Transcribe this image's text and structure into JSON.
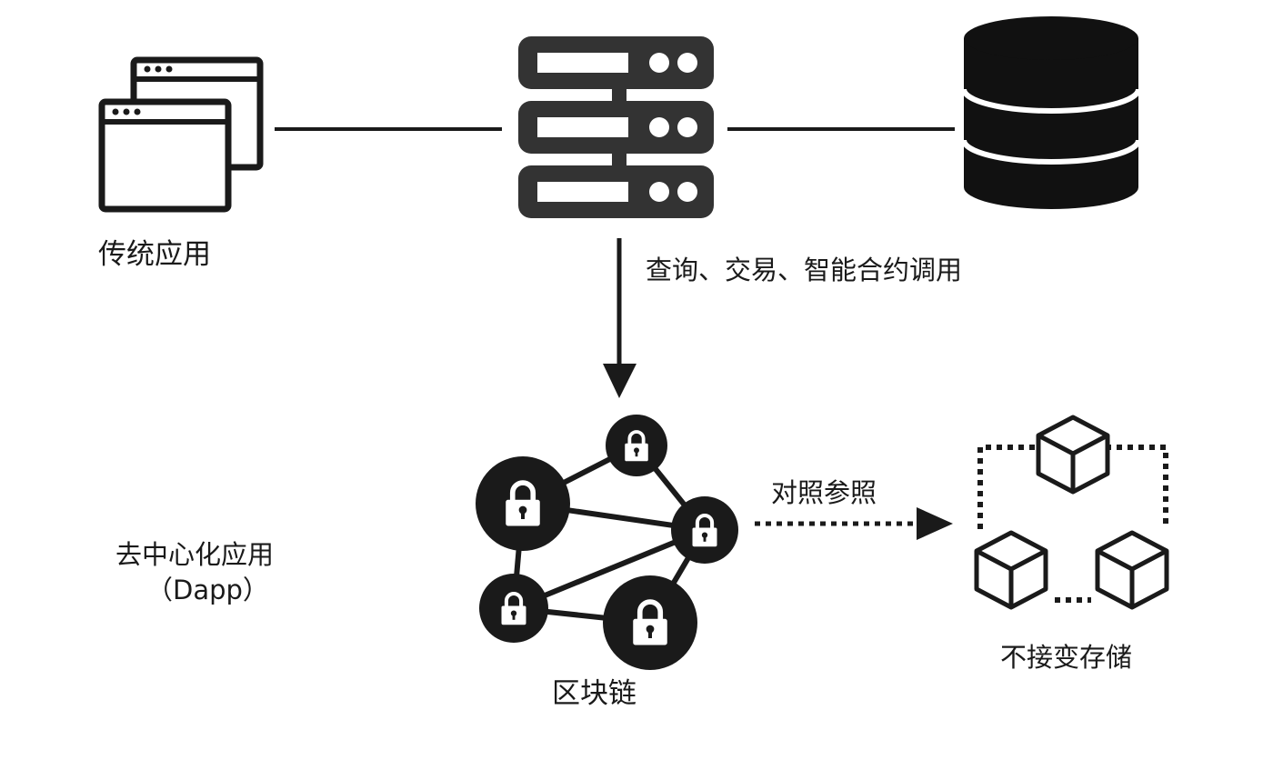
{
  "labels": {
    "traditional_app": "传统应用",
    "call_note": "查询、交易、智能合约调用",
    "dapp_line1": "去中心化应用",
    "dapp_line2": "（Dapp）",
    "blockchain": "区块链",
    "reference": "对照参照",
    "storage": "不接变存储"
  },
  "icons": {
    "traditional_app": "browser-windows-icon",
    "server": "server-rack-icon",
    "database": "database-icon",
    "blockchain": "locked-network-icon",
    "storage": "cubes-icon"
  },
  "colors": {
    "ink": "#1a1a1a",
    "background": "#ffffff"
  }
}
